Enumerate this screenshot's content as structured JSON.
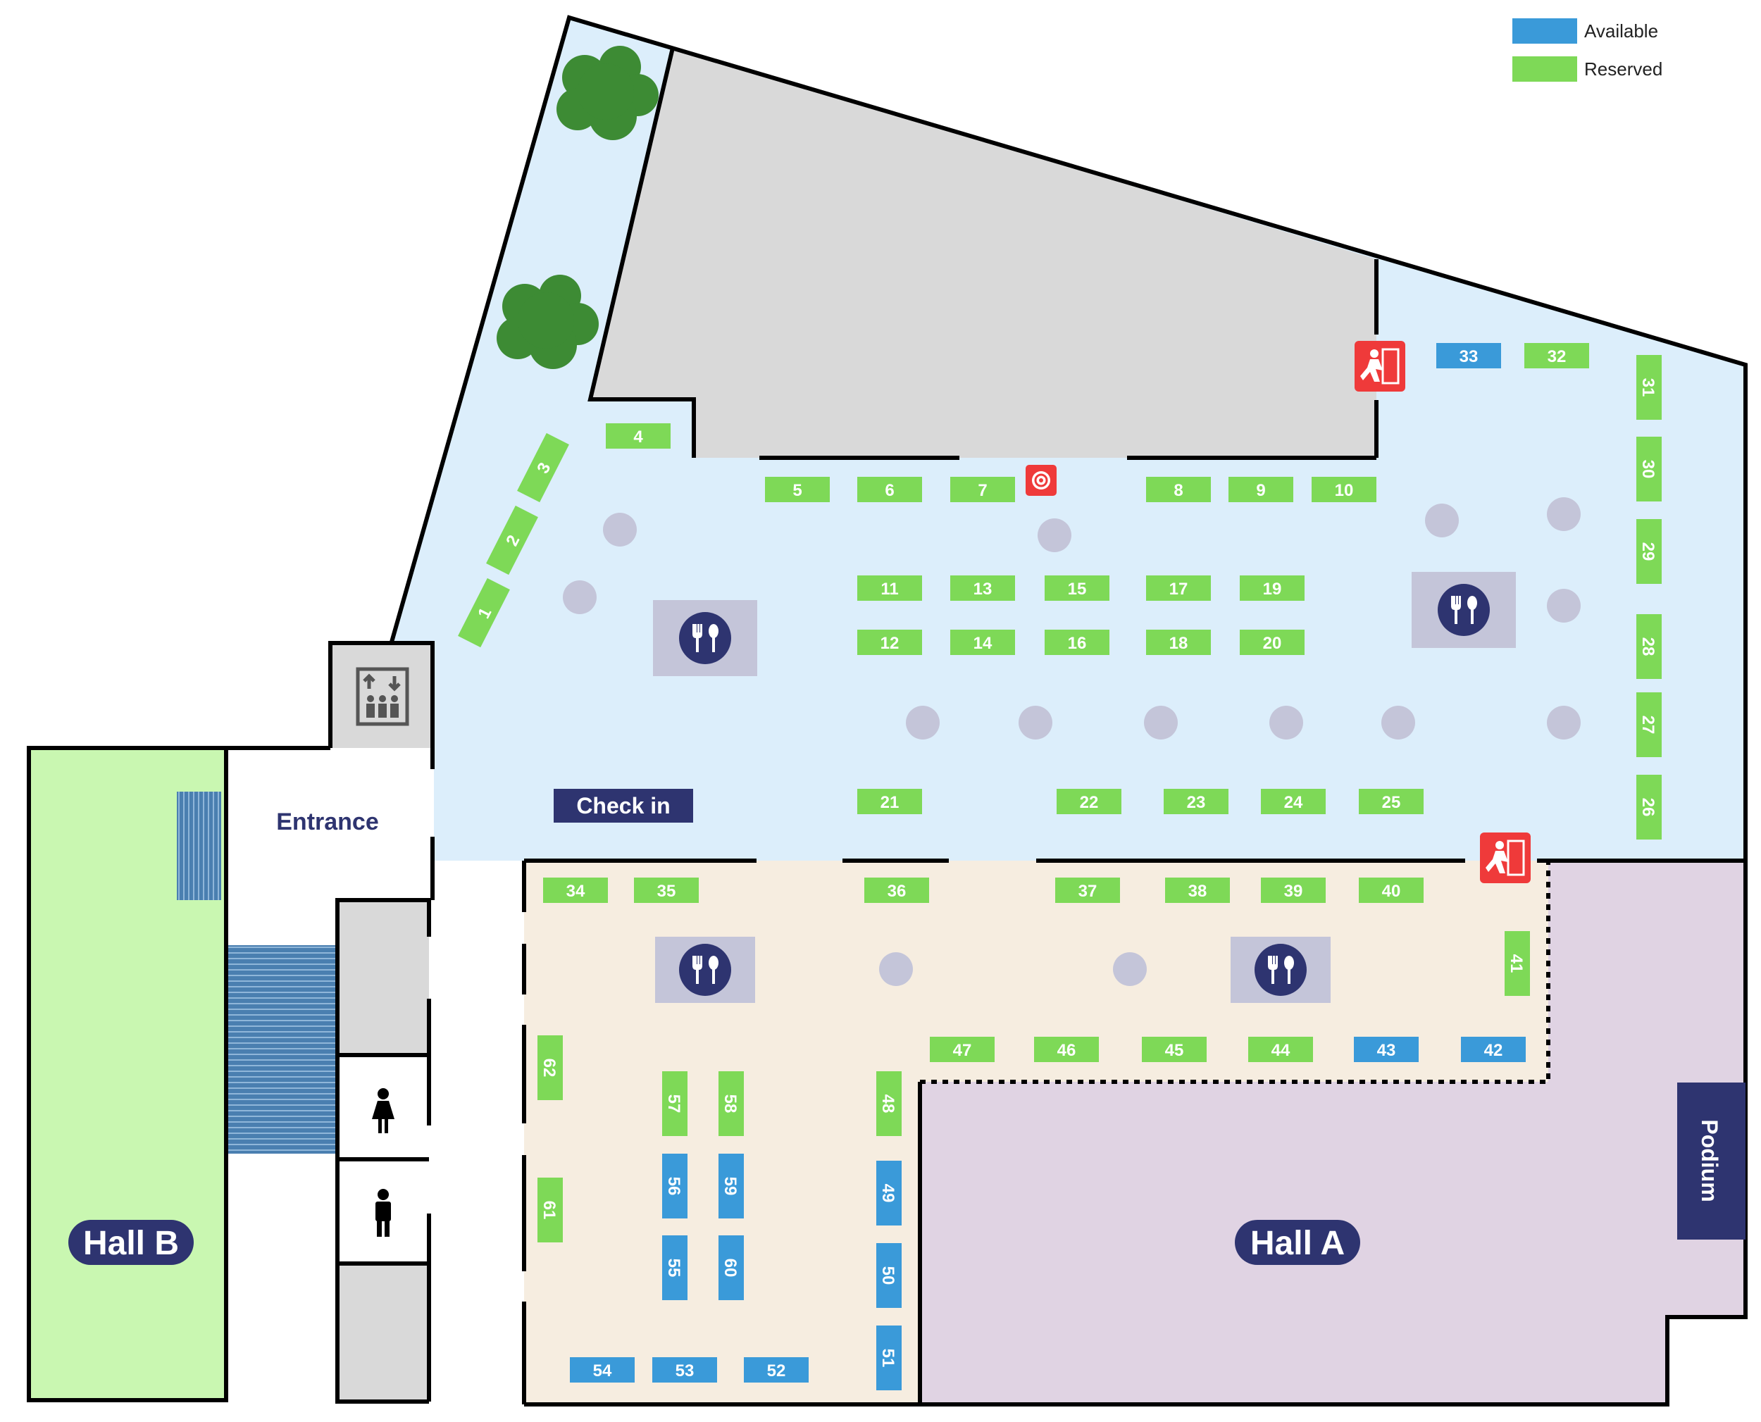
{
  "legend": [
    {
      "label": "Available",
      "color": "#3a9ad9"
    },
    {
      "label": "Reserved",
      "color": "#7ed957"
    }
  ],
  "colors": {
    "available": "#3a9ad9",
    "reserved": "#7ed957",
    "navy": "#2e3470",
    "hall_b": "#c9f7b1",
    "hall_a": "#e0d3e3",
    "main_floor": "#dceefb",
    "lower_floor": "#f6ede0",
    "storage": "#d9d9d9",
    "exit": "#ef3a3a",
    "pillar": "#c4c5d9"
  },
  "labels": {
    "entrance": "Entrance",
    "check_in": "Check in",
    "hall_a": "Hall A",
    "hall_b": "Hall B",
    "podium": "Podium"
  },
  "icons": [
    "tree-icon",
    "elevator-icon",
    "dining-icon",
    "emergency-exit-icon",
    "fire-hose-icon",
    "women-restroom-icon",
    "men-restroom-icon",
    "stairs-icon"
  ],
  "booths": [
    {
      "id": "1",
      "status": "reserved"
    },
    {
      "id": "2",
      "status": "reserved"
    },
    {
      "id": "3",
      "status": "reserved"
    },
    {
      "id": "4",
      "status": "reserved"
    },
    {
      "id": "5",
      "status": "reserved"
    },
    {
      "id": "6",
      "status": "reserved"
    },
    {
      "id": "7",
      "status": "reserved"
    },
    {
      "id": "8",
      "status": "reserved"
    },
    {
      "id": "9",
      "status": "reserved"
    },
    {
      "id": "10",
      "status": "reserved"
    },
    {
      "id": "11",
      "status": "reserved"
    },
    {
      "id": "12",
      "status": "reserved"
    },
    {
      "id": "13",
      "status": "reserved"
    },
    {
      "id": "14",
      "status": "reserved"
    },
    {
      "id": "15",
      "status": "reserved"
    },
    {
      "id": "16",
      "status": "reserved"
    },
    {
      "id": "17",
      "status": "reserved"
    },
    {
      "id": "18",
      "status": "reserved"
    },
    {
      "id": "19",
      "status": "reserved"
    },
    {
      "id": "20",
      "status": "reserved"
    },
    {
      "id": "21",
      "status": "reserved"
    },
    {
      "id": "22",
      "status": "reserved"
    },
    {
      "id": "23",
      "status": "reserved"
    },
    {
      "id": "24",
      "status": "reserved"
    },
    {
      "id": "25",
      "status": "reserved"
    },
    {
      "id": "26",
      "status": "reserved"
    },
    {
      "id": "27",
      "status": "reserved"
    },
    {
      "id": "28",
      "status": "reserved"
    },
    {
      "id": "29",
      "status": "reserved"
    },
    {
      "id": "30",
      "status": "reserved"
    },
    {
      "id": "31",
      "status": "reserved"
    },
    {
      "id": "32",
      "status": "reserved"
    },
    {
      "id": "33",
      "status": "available"
    },
    {
      "id": "34",
      "status": "reserved"
    },
    {
      "id": "35",
      "status": "reserved"
    },
    {
      "id": "36",
      "status": "reserved"
    },
    {
      "id": "37",
      "status": "reserved"
    },
    {
      "id": "38",
      "status": "reserved"
    },
    {
      "id": "39",
      "status": "reserved"
    },
    {
      "id": "40",
      "status": "reserved"
    },
    {
      "id": "41",
      "status": "reserved"
    },
    {
      "id": "42",
      "status": "available"
    },
    {
      "id": "43",
      "status": "available"
    },
    {
      "id": "44",
      "status": "reserved"
    },
    {
      "id": "45",
      "status": "reserved"
    },
    {
      "id": "46",
      "status": "reserved"
    },
    {
      "id": "47",
      "status": "reserved"
    },
    {
      "id": "48",
      "status": "reserved"
    },
    {
      "id": "49",
      "status": "available"
    },
    {
      "id": "50",
      "status": "available"
    },
    {
      "id": "51",
      "status": "available"
    },
    {
      "id": "52",
      "status": "available"
    },
    {
      "id": "53",
      "status": "available"
    },
    {
      "id": "54",
      "status": "available"
    },
    {
      "id": "55",
      "status": "available"
    },
    {
      "id": "56",
      "status": "available"
    },
    {
      "id": "57",
      "status": "reserved"
    },
    {
      "id": "58",
      "status": "reserved"
    },
    {
      "id": "59",
      "status": "available"
    },
    {
      "id": "60",
      "status": "available"
    },
    {
      "id": "61",
      "status": "reserved"
    },
    {
      "id": "62",
      "status": "reserved"
    }
  ]
}
